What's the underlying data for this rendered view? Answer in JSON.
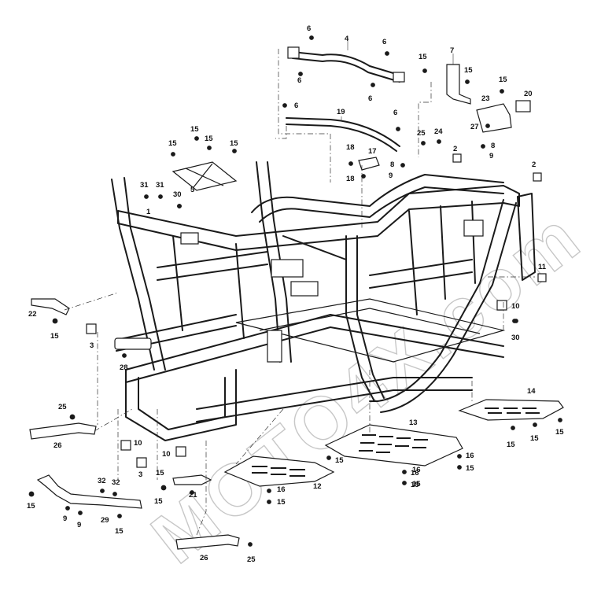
{
  "diagram": {
    "type": "exploded parts diagram",
    "watermark": "MOTO4X.com",
    "callouts": [
      "1",
      "2",
      "3",
      "4",
      "5",
      "6",
      "7",
      "8",
      "9",
      "10",
      "11",
      "12",
      "13",
      "14",
      "15",
      "16",
      "17",
      "18",
      "19",
      "20",
      "21",
      "22",
      "23",
      "24",
      "25",
      "26",
      "27",
      "28",
      "29",
      "30",
      "31",
      "32"
    ]
  },
  "labels": [
    {
      "id": "l6a",
      "text": "6"
    },
    {
      "id": "l4",
      "text": "4"
    },
    {
      "id": "l6b",
      "text": "6"
    },
    {
      "id": "l6c",
      "text": "6"
    },
    {
      "id": "l6d",
      "text": "6"
    },
    {
      "id": "l15a",
      "text": "15"
    },
    {
      "id": "l7",
      "text": "7"
    },
    {
      "id": "l15b",
      "text": "15"
    },
    {
      "id": "l15c",
      "text": "15"
    },
    {
      "id": "l20",
      "text": "20"
    },
    {
      "id": "l23",
      "text": "23"
    },
    {
      "id": "l27",
      "text": "27"
    },
    {
      "id": "l6e",
      "text": "6"
    },
    {
      "id": "l19",
      "text": "19"
    },
    {
      "id": "l6f",
      "text": "6"
    },
    {
      "id": "l25a",
      "text": "25"
    },
    {
      "id": "l24",
      "text": "24"
    },
    {
      "id": "l2a",
      "text": "2"
    },
    {
      "id": "l8a",
      "text": "8"
    },
    {
      "id": "l9a",
      "text": "9"
    },
    {
      "id": "l18a",
      "text": "18"
    },
    {
      "id": "l17",
      "text": "17"
    },
    {
      "id": "l18b",
      "text": "18"
    },
    {
      "id": "l8b",
      "text": "8"
    },
    {
      "id": "l9b",
      "text": "9"
    },
    {
      "id": "l2b",
      "text": "2"
    },
    {
      "id": "l15d",
      "text": "15"
    },
    {
      "id": "l15e",
      "text": "15"
    },
    {
      "id": "l15f",
      "text": "15"
    },
    {
      "id": "l15g",
      "text": "15"
    },
    {
      "id": "l5",
      "text": "5"
    },
    {
      "id": "l31a",
      "text": "31"
    },
    {
      "id": "l31b",
      "text": "31"
    },
    {
      "id": "l30a",
      "text": "30"
    },
    {
      "id": "l1",
      "text": "1"
    },
    {
      "id": "l11",
      "text": "11"
    },
    {
      "id": "l10a",
      "text": "10"
    },
    {
      "id": "l30b",
      "text": "30"
    },
    {
      "id": "l22",
      "text": "22"
    },
    {
      "id": "l15h",
      "text": "15"
    },
    {
      "id": "l3a",
      "text": "3"
    },
    {
      "id": "l28",
      "text": "28"
    },
    {
      "id": "l14",
      "text": "14"
    },
    {
      "id": "l15i",
      "text": "15"
    },
    {
      "id": "l15j",
      "text": "15"
    },
    {
      "id": "l15k",
      "text": "15"
    },
    {
      "id": "l25b",
      "text": "25"
    },
    {
      "id": "l26a",
      "text": "26"
    },
    {
      "id": "l13",
      "text": "13"
    },
    {
      "id": "l16a",
      "text": "16"
    },
    {
      "id": "l15l",
      "text": "15"
    },
    {
      "id": "l15m",
      "text": "15"
    },
    {
      "id": "l10b",
      "text": "10"
    },
    {
      "id": "l10c",
      "text": "10"
    },
    {
      "id": "l3b",
      "text": "3"
    },
    {
      "id": "l16b",
      "text": "16"
    },
    {
      "id": "l15n",
      "text": "15"
    },
    {
      "id": "l16c",
      "text": "16"
    },
    {
      "id": "l15o",
      "text": "15"
    },
    {
      "id": "l12",
      "text": "12"
    },
    {
      "id": "l16d",
      "text": "16"
    },
    {
      "id": "l15p",
      "text": "15"
    },
    {
      "id": "l32a",
      "text": "32"
    },
    {
      "id": "l32b",
      "text": "32"
    },
    {
      "id": "l15q",
      "text": "15"
    },
    {
      "id": "l15r",
      "text": "15"
    },
    {
      "id": "l9c",
      "text": "9"
    },
    {
      "id": "l9d",
      "text": "9"
    },
    {
      "id": "l29",
      "text": "29"
    },
    {
      "id": "l15s",
      "text": "15"
    },
    {
      "id": "l15t",
      "text": "15"
    },
    {
      "id": "l21",
      "text": "21"
    },
    {
      "id": "l26b",
      "text": "26"
    },
    {
      "id": "l25c",
      "text": "25"
    }
  ]
}
